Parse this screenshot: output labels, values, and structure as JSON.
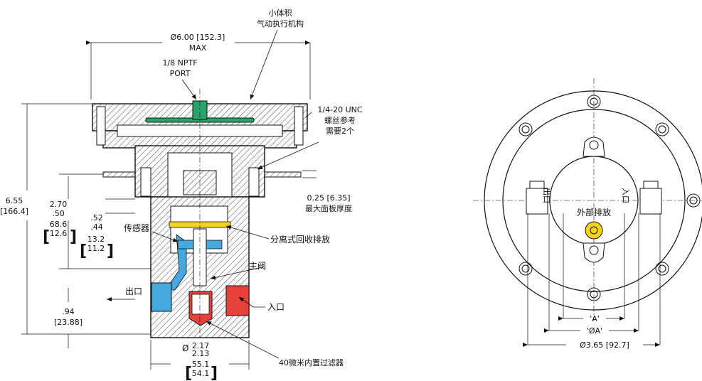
{
  "labels": {
    "actuator_line1": "小体积",
    "actuator_line2": "气动执行机构",
    "diameter_max_line1": "Ø6.00 [152.3]",
    "diameter_max_line2": "MAX",
    "port_line1": "1/8 NPTF",
    "port_line2": "PORT",
    "screw_line1": "1/4-20 UNC",
    "screw_line2": "螺丝参考",
    "screw_line3": "需要2个",
    "panel_line1": "0.25 [6.35]",
    "panel_line2": "最大面板厚度",
    "separated_vent": "分离式回收排放",
    "main_valve": "主阀",
    "sensor": "传感器",
    "outlet_left": "出口",
    "inlet_left": "入口",
    "filter": "40微米内置过滤器",
    "height_in": "6.55",
    "height_mm": "[166.4]",
    "dim_a_in1": "2.70",
    "dim_a_in2": ".50",
    "dim_a_mm1": "68.6",
    "dim_a_mm2": "12.6",
    "dim_b_in1": ".52",
    "dim_b_in2": ".44",
    "dim_b_mm1": "13.2",
    "dim_b_mm2": "11.2",
    "dim_c_in": ".94",
    "dim_c_mm": "[23.88]",
    "dim_d_sym": "Ø",
    "dim_d_in1": "2.17",
    "dim_d_in2": "2.13",
    "dim_d_mm1": "55.1",
    "dim_d_mm2": "54.1",
    "outlet_right": "出口",
    "inlet_right": "入口",
    "external_vent": "外部排放",
    "dim_A": "'A'",
    "dim_OA": "'ØA'",
    "dim_total_dia": "Ø3.65 [92.7]"
  },
  "colors": {
    "supply": "#e8403a",
    "outlet": "#45a9e0",
    "sensor": "#f2d320",
    "port": "#2aa36b",
    "hatch": "#333333"
  }
}
